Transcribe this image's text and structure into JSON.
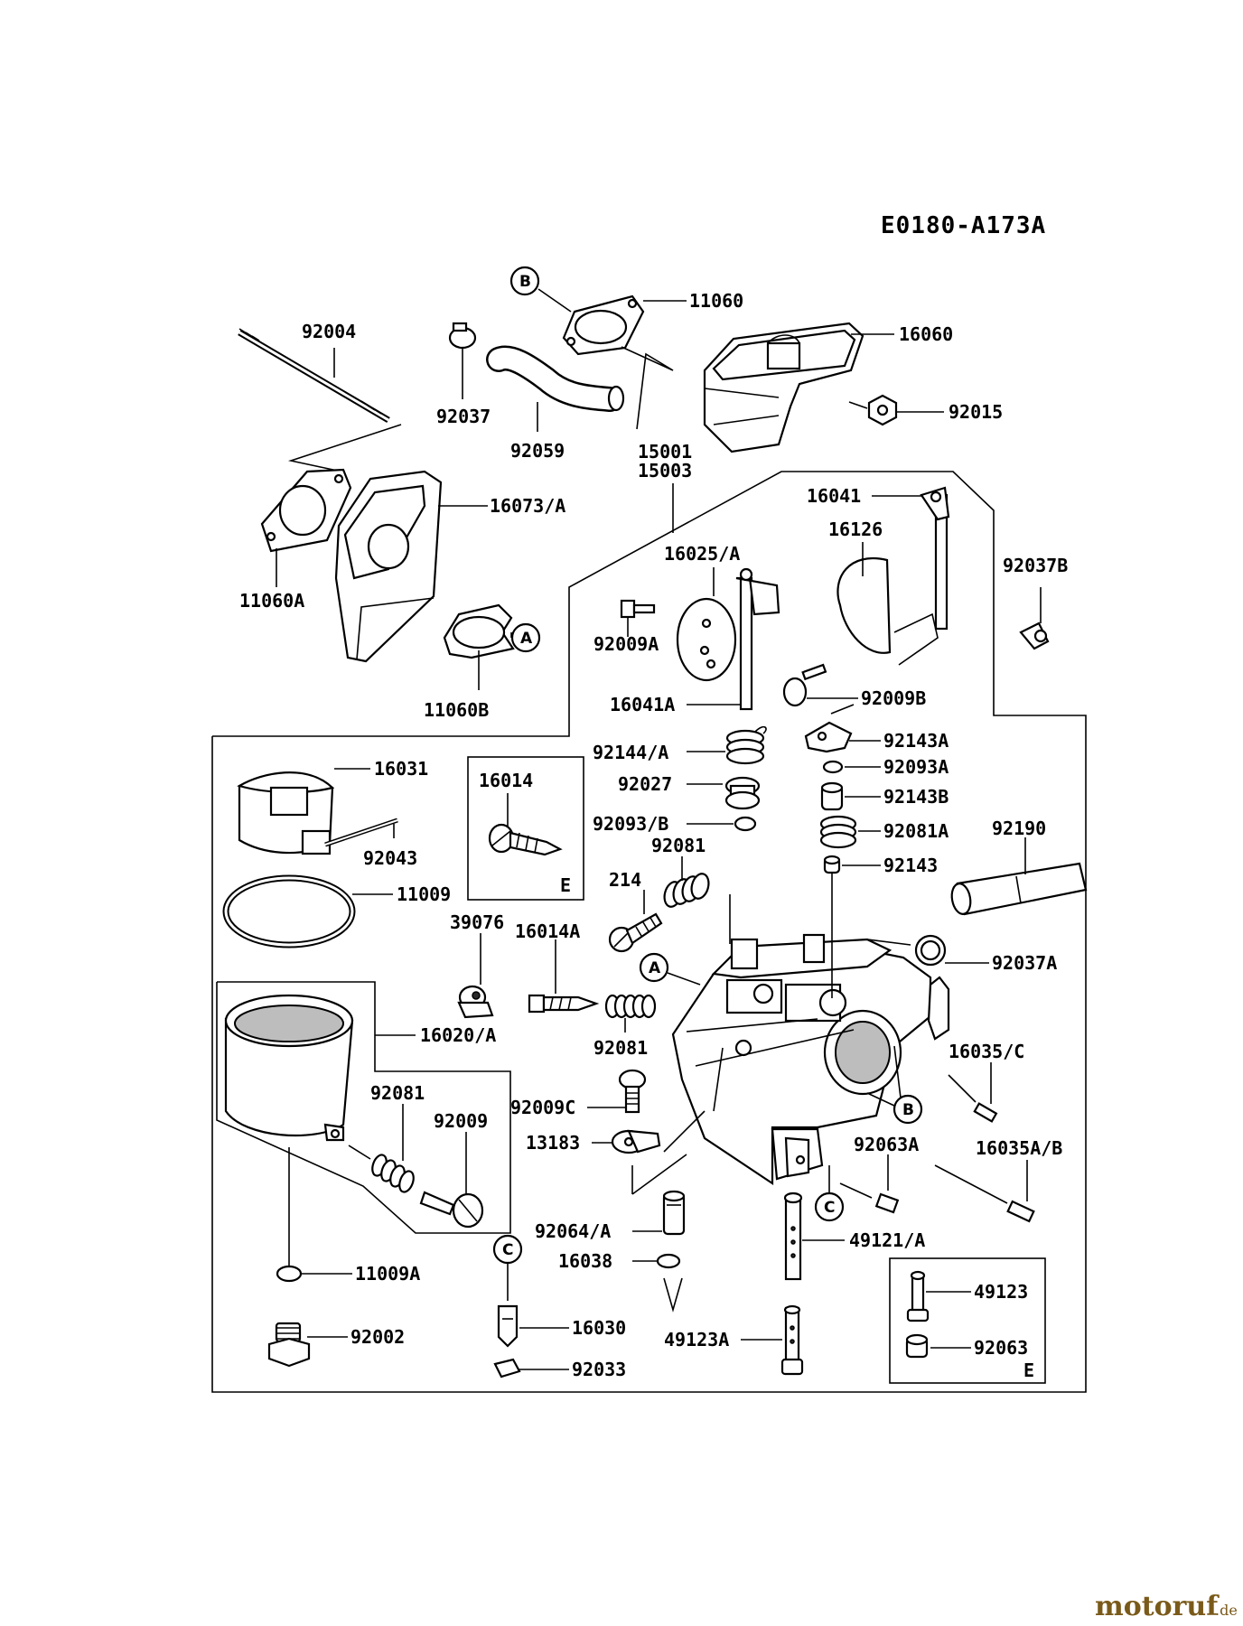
{
  "diagram_code": "E0180-A173A",
  "watermark": {
    "name": "motoruf",
    "suffix": ".de"
  },
  "parts": {
    "p92004": "92004",
    "p11060": "11060",
    "p16060": "16060",
    "p92015": "92015",
    "p92037": "92037",
    "p92059": "92059",
    "p15001": "15001",
    "p15003": "15003",
    "p16073A": "16073/A",
    "p11060A": "11060A",
    "p11060B": "11060B",
    "p16041": "16041",
    "p16126": "16126",
    "p16025A": "16025/A",
    "p92037B": "92037B",
    "p92009A": "92009A",
    "p92009B": "92009B",
    "p16041A": "16041A",
    "p92144A": "92144/A",
    "p92143A": "92143A",
    "p92027": "92027",
    "p92093A": "92093A",
    "p92143B": "92143B",
    "p92093B": "92093/B",
    "p92081A": "92081A",
    "p92190": "92190",
    "p92081_1": "92081",
    "p92143": "92143",
    "p16031": "16031",
    "p16014": "16014",
    "p92043": "92043",
    "p214": "214",
    "p11009": "11009",
    "p39076": "39076",
    "p16014A": "16014A",
    "p92037A": "92037A",
    "p16020A": "16020/A",
    "p92081_2": "92081",
    "p16035C": "16035/C",
    "p92081_3": "92081",
    "p92009": "92009",
    "p92009C": "92009C",
    "p13183": "13183",
    "p92063A": "92063A",
    "p16035AB": "16035A/B",
    "p92064A": "92064/A",
    "p49121A": "49121/A",
    "p16038": "16038",
    "p11009A": "11009A",
    "p49123": "49123",
    "p16030": "16030",
    "p49123A": "49123A",
    "p92002": "92002",
    "p92063": "92063",
    "p92033": "92033"
  },
  "callouts": {
    "A": "A",
    "B": "B",
    "C": "C"
  },
  "boxes": {
    "E": "E"
  }
}
